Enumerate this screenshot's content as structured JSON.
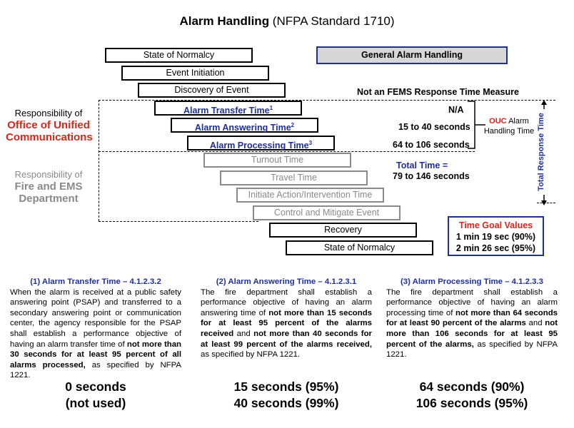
{
  "title": {
    "main": "Alarm Handling",
    "sub": " (NFPA Standard 1710)"
  },
  "general_box": "General Alarm Handling",
  "steps": [
    {
      "label": "State of Normalcy",
      "sup": ""
    },
    {
      "label": "Event Initiation",
      "sup": ""
    },
    {
      "label": "Discovery of Event",
      "sup": ""
    },
    {
      "label": "Alarm Transfer Time",
      "sup": "1"
    },
    {
      "label": "Alarm Answering Time",
      "sup": "2"
    },
    {
      "label": "Alarm Processing Time",
      "sup": "3"
    },
    {
      "label": "Turnout Time",
      "sup": ""
    },
    {
      "label": "Travel Time",
      "sup": ""
    },
    {
      "label": "Initiate Action/Intervention Time",
      "sup": ""
    },
    {
      "label": "Control and Mitigate Event",
      "sup": ""
    },
    {
      "label": "Recovery",
      "sup": ""
    },
    {
      "label": "State of Normalcy",
      "sup": ""
    }
  ],
  "right_labels": {
    "not_fems": "Not an FEMS Response Time Measure",
    "na": "N/A",
    "answer_range": "15 to 40 seconds",
    "process_range": "64 to 106 seconds",
    "total_line1": "Total Time =",
    "total_line2": "79 to 146 seconds"
  },
  "ouc_bracket": {
    "ouc": "OUC",
    "line1_rest": " Alarm",
    "line2": "Handling Time"
  },
  "total_response": "Total Response Time",
  "responsibility_ouc": {
    "line1": "Responsibility of",
    "line2": "Office of Unified",
    "line3": "Communications"
  },
  "responsibility_fire": {
    "line1": "Responsibility of",
    "line2": "Fire and EMS",
    "line3": "Department"
  },
  "time_goal": {
    "heading": "Time Goal Values",
    "line1": "1 min 19 sec (90%)",
    "line2": "2 min 26 sec (95%)"
  },
  "columns": [
    {
      "heading": "(1) Alarm Transfer Time – 4.1.2.3.2",
      "text_a": "When the alarm is received at a public safety answering point (PSAP) and transferred to a secondary answering point or communication center, the agency responsible for the PSAP shall establish a performance objective of having an alarm transfer time of ",
      "bold_a": "not more than 30 seconds for at least 95 percent of all alarms processed,",
      "text_b": " as specified by NFPA 1221.",
      "bold_b": "",
      "text_c": "",
      "result1": "0 seconds",
      "result2": "(not used)"
    },
    {
      "heading": "(2) Alarm Answering Time – 4.1.2.3.1",
      "text_a": "The fire department shall establish a performance objective of having an alarm answering time of ",
      "bold_a": "not more than 15 seconds for at least 95 percent of the alarms received",
      "text_b": " and ",
      "bold_b": "not more than 40 seconds for at least 99 percent of the alarms received,",
      "text_c": " as specified by NFPA 1221.",
      "result1": "15 seconds (95%)",
      "result2": "40 seconds (99%)"
    },
    {
      "heading": "(3) Alarm Processing Time – 4.1.2.3.3",
      "text_a": "The fire department shall establish a performance objective of having an alarm processing time of ",
      "bold_a": "not more than 64 seconds for at least 90 percent of the alarms",
      "text_b": " and ",
      "bold_b": "not more than 106 seconds for at least 95 percent of the alarms,",
      "text_c": " as specified by NFPA 1221.",
      "result1": "64 seconds (90%)",
      "result2": "106 seconds (95%)"
    }
  ]
}
